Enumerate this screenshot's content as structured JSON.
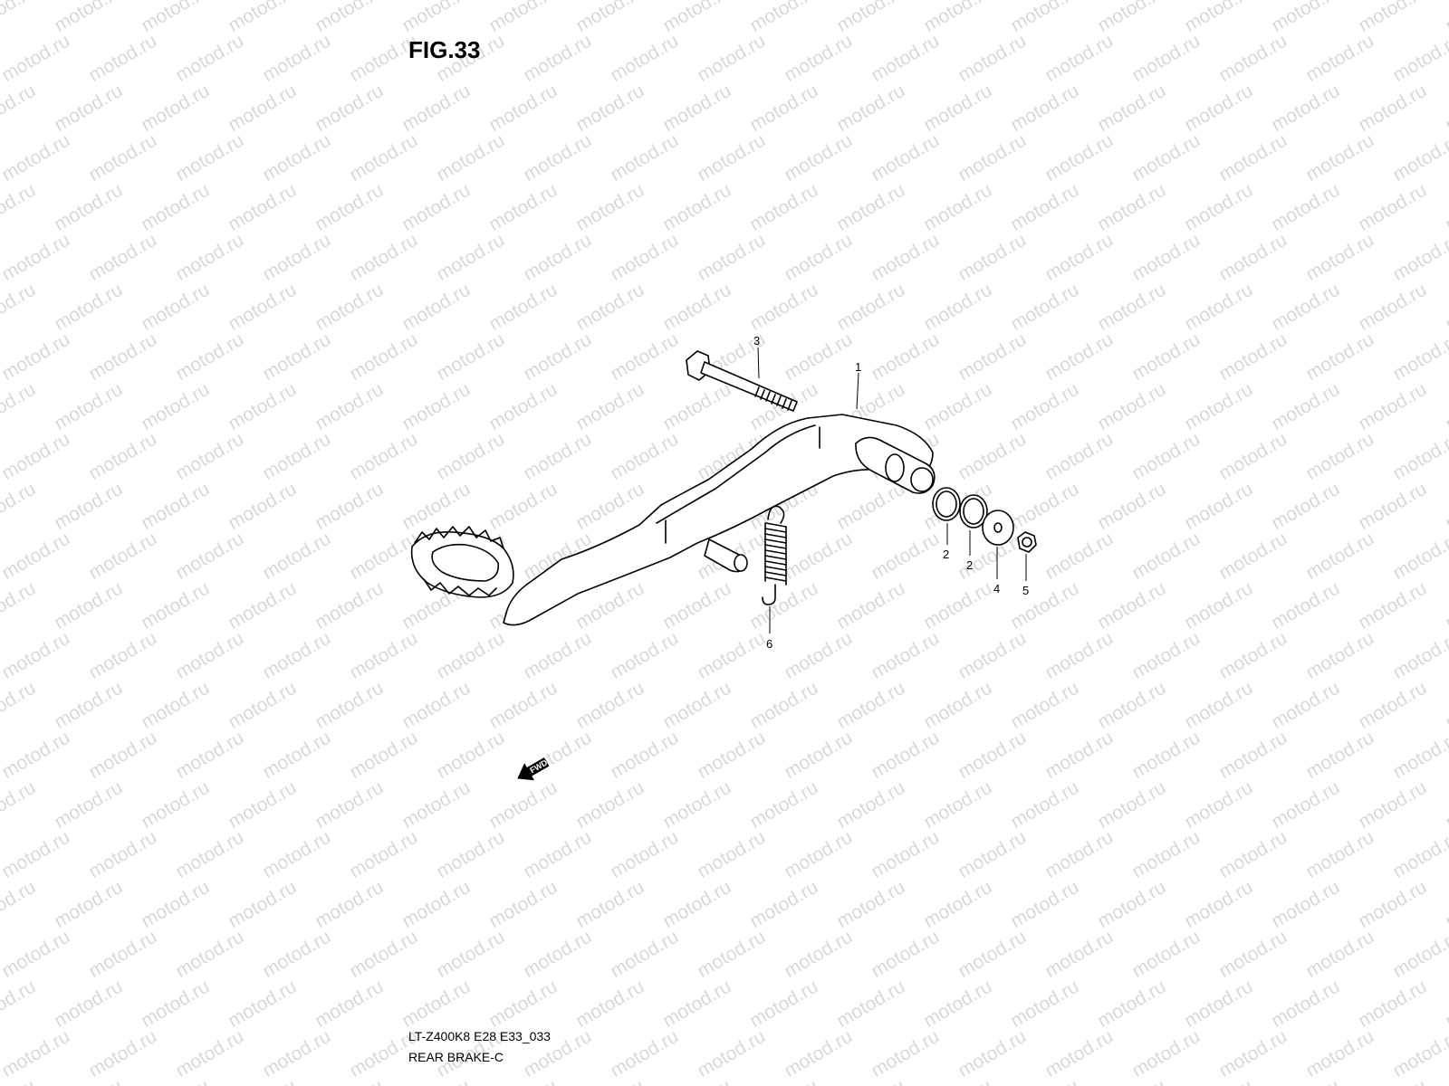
{
  "figure": {
    "title": "FIG.33",
    "code": "LT-Z400K8 E28 E33_033",
    "name": "REAR BRAKE-C"
  },
  "watermark": {
    "text": "motod.ru",
    "color": "#d9d9d9"
  },
  "parts": [
    {
      "ref": "1",
      "part": "brake-pedal"
    },
    {
      "ref": "2",
      "part": "o-ring"
    },
    {
      "ref": "2",
      "part": "o-ring"
    },
    {
      "ref": "3",
      "part": "bolt"
    },
    {
      "ref": "4",
      "part": "washer"
    },
    {
      "ref": "5",
      "part": "nut"
    },
    {
      "ref": "6",
      "part": "return-spring"
    }
  ],
  "direction_marker": {
    "label": "FWD",
    "icon": "fwd-arrow-icon"
  }
}
